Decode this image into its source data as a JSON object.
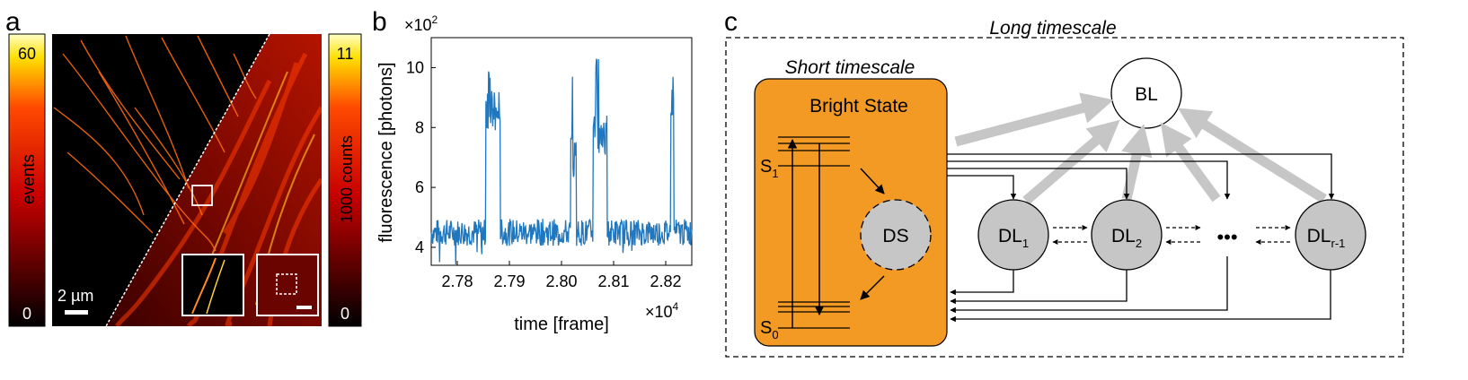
{
  "panels": {
    "a": "a",
    "b": "b",
    "c": "c"
  },
  "panel_a": {
    "left_colorbar": {
      "label": "events",
      "max": "60",
      "min": "0"
    },
    "right_colorbar": {
      "label": "1000 counts",
      "max": "11",
      "min": "0"
    },
    "scalebar_label": "2 µm"
  },
  "chart_data": {
    "type": "line",
    "xlabel": "time [frame]",
    "ylabel": "fluorescence [photons]",
    "x_multiplier": "×10",
    "x_exponent": "4",
    "y_multiplier": "×10",
    "y_exponent": "2",
    "xlim": [
      27750,
      28250
    ],
    "ylim": [
      3.4,
      11
    ],
    "x_ticks": [
      27800,
      27900,
      28000,
      28100,
      28200
    ],
    "x_tick_labels": [
      "2.78",
      "2.79",
      "2.80",
      "2.81",
      "2.82"
    ],
    "y_ticks": [
      4,
      6,
      8,
      10
    ],
    "y_tick_labels": [
      "4",
      "6",
      "8",
      "10"
    ],
    "line_color": "#1f77c0",
    "baseline": 4.5,
    "bursts": [
      {
        "start": 27855,
        "end": 27882,
        "level": 8.5,
        "peak": 10.0
      },
      {
        "start": 28018,
        "end": 28028,
        "level": 7.0,
        "peak": 9.8
      },
      {
        "start": 28061,
        "end": 28087,
        "level": 7.8,
        "peak": 10.4
      },
      {
        "start": 28210,
        "end": 28215,
        "level": 9.0,
        "peak": 10.6
      }
    ]
  },
  "panel_c": {
    "long_timescale": "Long timescale",
    "short_timescale": "Short timescale",
    "bright_state": "Bright State",
    "s1": "S",
    "s1_sub": "1",
    "s0": "S",
    "s0_sub": "0",
    "ds": "DS",
    "bl": "BL",
    "dl_nodes": [
      {
        "label": "DL",
        "sub": "1"
      },
      {
        "label": "DL",
        "sub": "2"
      },
      {
        "label": "DL",
        "sub": "r-1"
      }
    ],
    "ellipsis": "•••",
    "colors": {
      "bright_state_fill": "#f39a25",
      "dark_node_fill": "#c6c6c6",
      "thick_arrow": "#c6c6c6"
    }
  }
}
